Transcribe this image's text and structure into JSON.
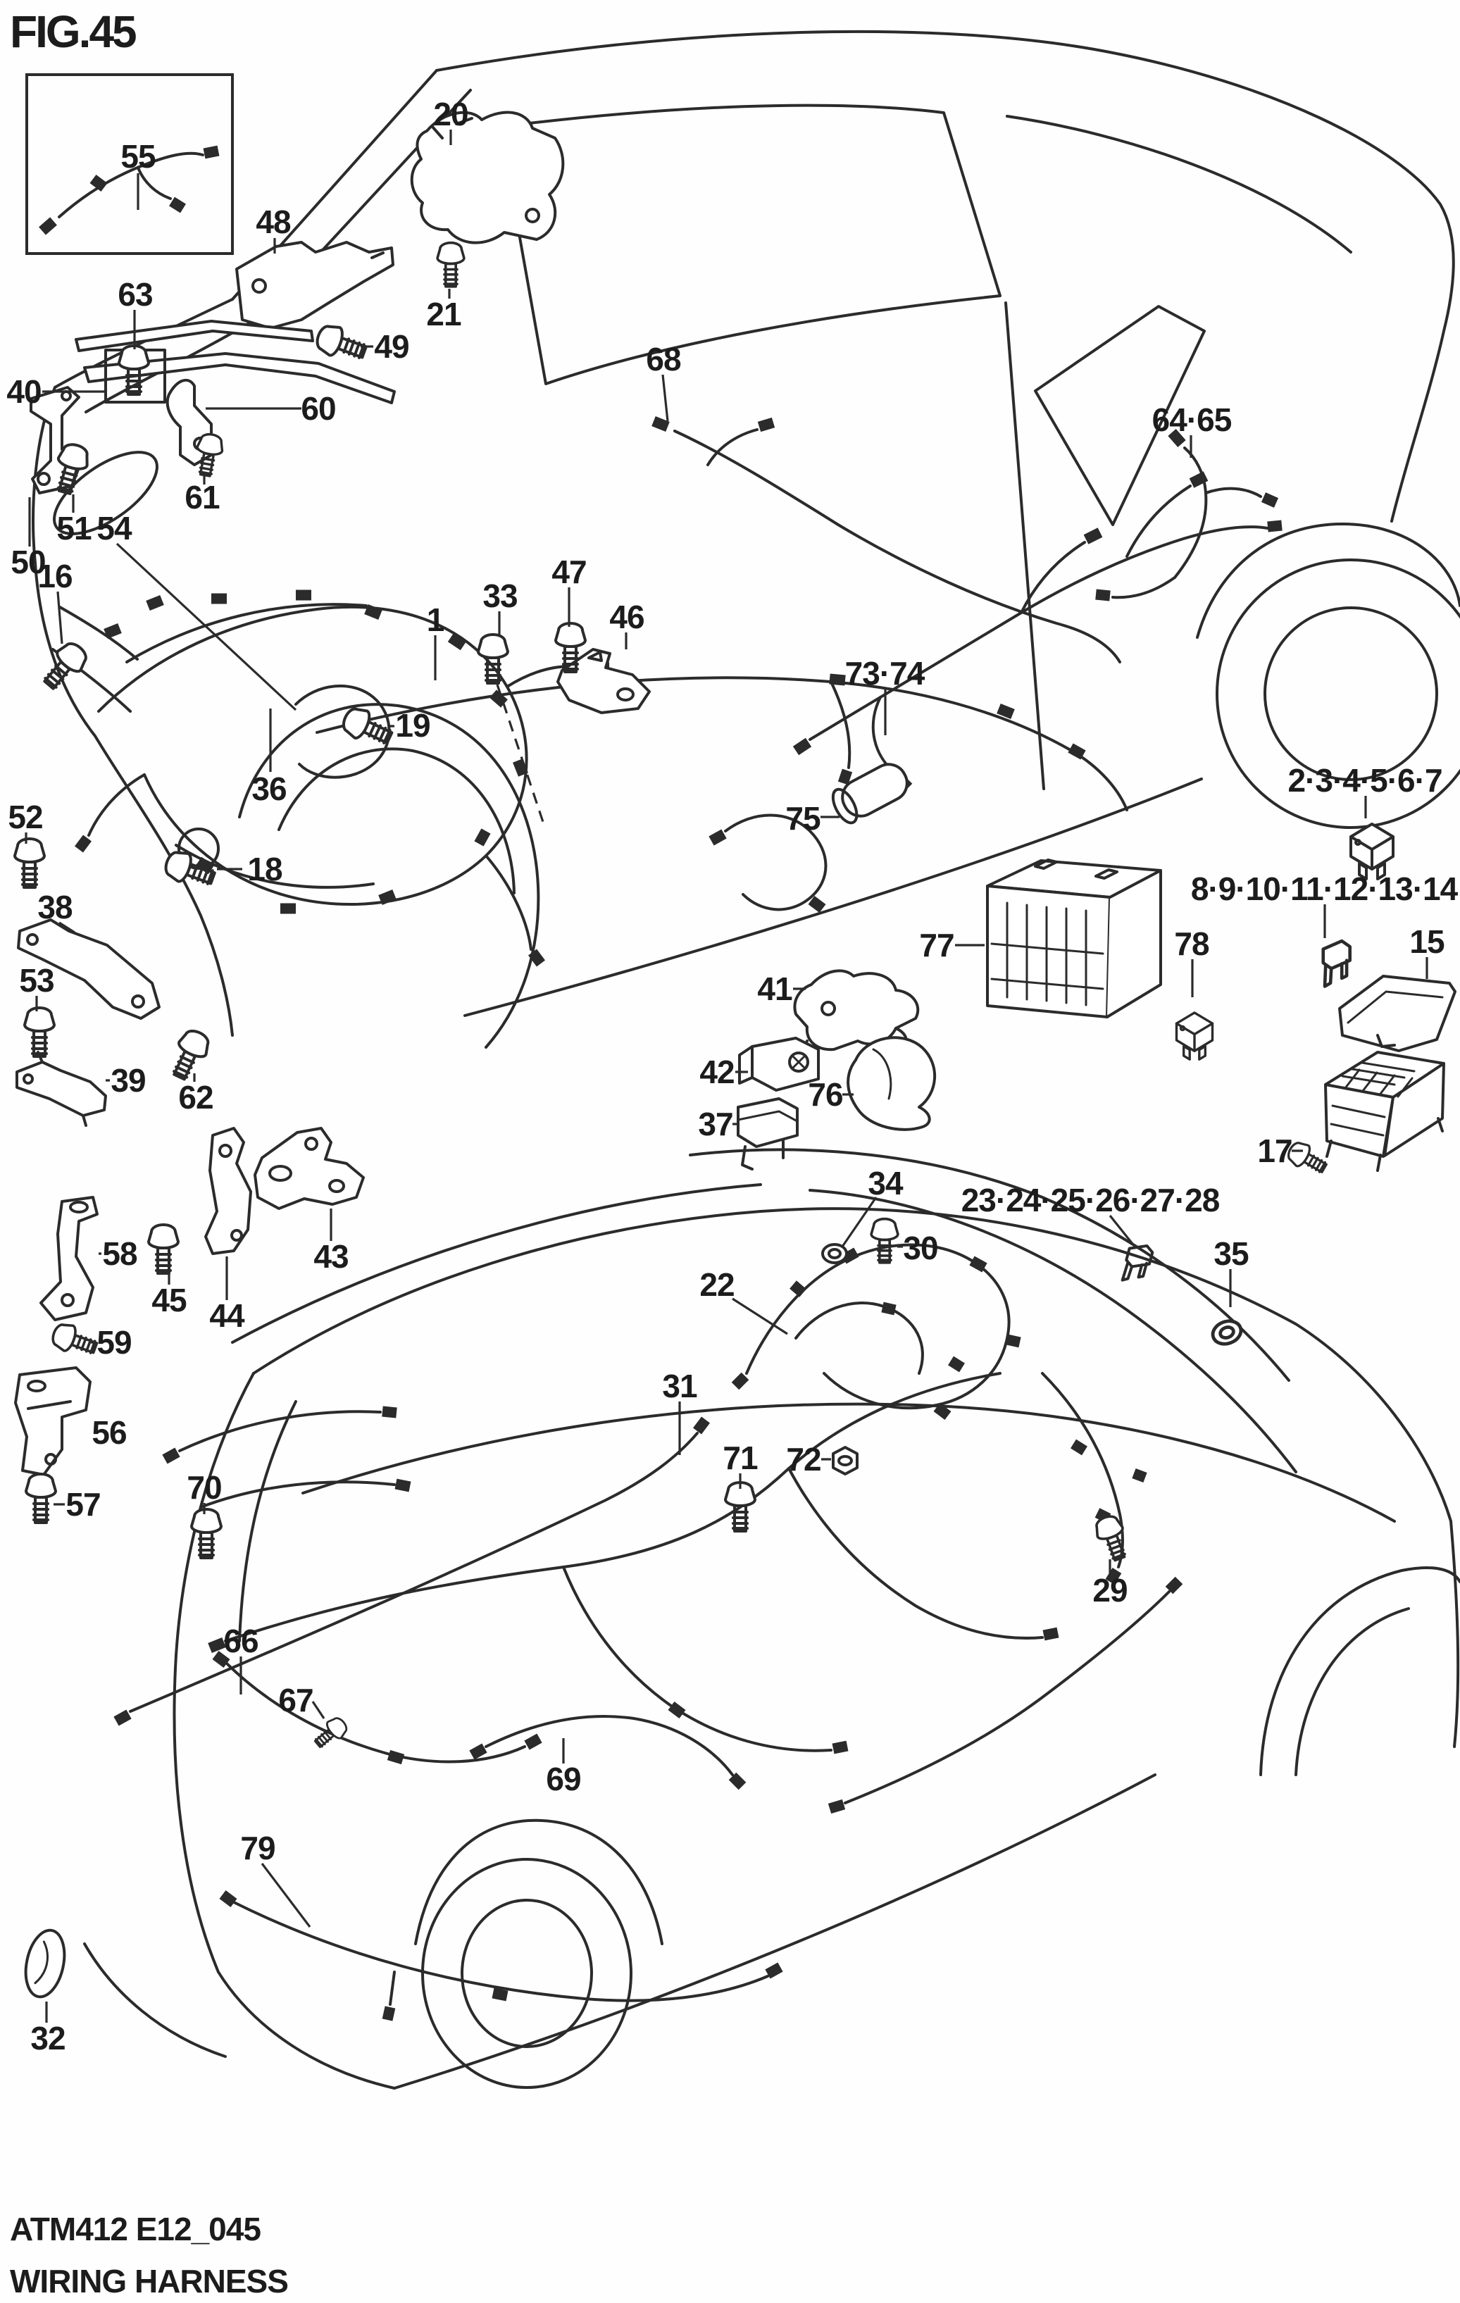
{
  "figure": {
    "title": "FIG.45"
  },
  "footer": {
    "code": "ATM412 E12_045",
    "name": "WIRING HARNESS"
  },
  "diagram": {
    "kind": "exploded-parts-diagram",
    "subject": "vehicle wiring harness, two car views (engine bay / floor)",
    "line_color": "#2b2b2b",
    "background": "#fefefe"
  },
  "labels": [
    {
      "text": "55",
      "part": "sub-wire-with-connectors"
    },
    {
      "text": "20",
      "part": "bracket"
    },
    {
      "text": "48",
      "part": "bracket"
    },
    {
      "text": "63",
      "part": "bolt"
    },
    {
      "text": "21",
      "part": "bolt"
    },
    {
      "text": "49",
      "part": "bolt"
    },
    {
      "text": "40",
      "part": "harness-clamp-set"
    },
    {
      "text": "60",
      "part": "bracket"
    },
    {
      "text": "61",
      "part": "bolt"
    },
    {
      "text": "51",
      "part": "bolt"
    },
    {
      "text": "54",
      "part": "harness-clamp"
    },
    {
      "text": "50",
      "part": "bracket"
    },
    {
      "text": "16",
      "part": "bolt"
    },
    {
      "text": "1",
      "part": "main-wiring-harness"
    },
    {
      "text": "33",
      "part": "bolt"
    },
    {
      "text": "47",
      "part": "bolt"
    },
    {
      "text": "46",
      "part": "bracket"
    },
    {
      "text": "19",
      "part": "bolt"
    },
    {
      "text": "36",
      "part": "engine-wiring-harness"
    },
    {
      "text": "68",
      "part": "wire"
    },
    {
      "text": "64·65",
      "part": "rear-wire-with-connectors"
    },
    {
      "text": "73·74",
      "part": "instrument-panel-harness"
    },
    {
      "text": "75",
      "part": "harness-branch"
    },
    {
      "text": "52",
      "part": "bolt"
    },
    {
      "text": "18",
      "part": "bolt"
    },
    {
      "text": "2·3·4·5·6·7",
      "part": "relay"
    },
    {
      "text": "8·9·10·11·12·13·14",
      "part": "mini-fuse"
    },
    {
      "text": "38",
      "part": "bracket"
    },
    {
      "text": "77",
      "part": "junction-block"
    },
    {
      "text": "78",
      "part": "relay"
    },
    {
      "text": "15",
      "part": "fuse-box-cover"
    },
    {
      "text": "41",
      "part": "bracket"
    },
    {
      "text": "53",
      "part": "bolt"
    },
    {
      "text": "42",
      "part": "fusible-link-terminal"
    },
    {
      "text": "76",
      "part": "protector-cover"
    },
    {
      "text": "37",
      "part": "fuse-holder"
    },
    {
      "text": "39",
      "part": "bracket"
    },
    {
      "text": "62",
      "part": "bolt"
    },
    {
      "text": "17",
      "part": "fuse-box"
    },
    {
      "text": "34",
      "part": "grommet-nut"
    },
    {
      "text": "23·24·25·26·27·28",
      "part": "blade-fuse"
    },
    {
      "text": "58",
      "part": "bracket"
    },
    {
      "text": "45",
      "part": "bolt"
    },
    {
      "text": "44",
      "part": "bracket"
    },
    {
      "text": "43",
      "part": "bracket"
    },
    {
      "text": "30",
      "part": "bolt"
    },
    {
      "text": "35",
      "part": "grommet"
    },
    {
      "text": "22",
      "part": "floor-wiring-harness"
    },
    {
      "text": "59",
      "part": "bolt"
    },
    {
      "text": "56",
      "part": "bracket"
    },
    {
      "text": "31",
      "part": "harness-wire"
    },
    {
      "text": "71",
      "part": "bolt"
    },
    {
      "text": "72",
      "part": "nut"
    },
    {
      "text": "57",
      "part": "bolt"
    },
    {
      "text": "70",
      "part": "bolt"
    },
    {
      "text": "29",
      "part": "bolt"
    },
    {
      "text": "66",
      "part": "harness-branch"
    },
    {
      "text": "67",
      "part": "screw-grommet"
    },
    {
      "text": "69",
      "part": "wire"
    },
    {
      "text": "79",
      "part": "rear-end-harness"
    },
    {
      "text": "32",
      "part": "grommet"
    }
  ]
}
